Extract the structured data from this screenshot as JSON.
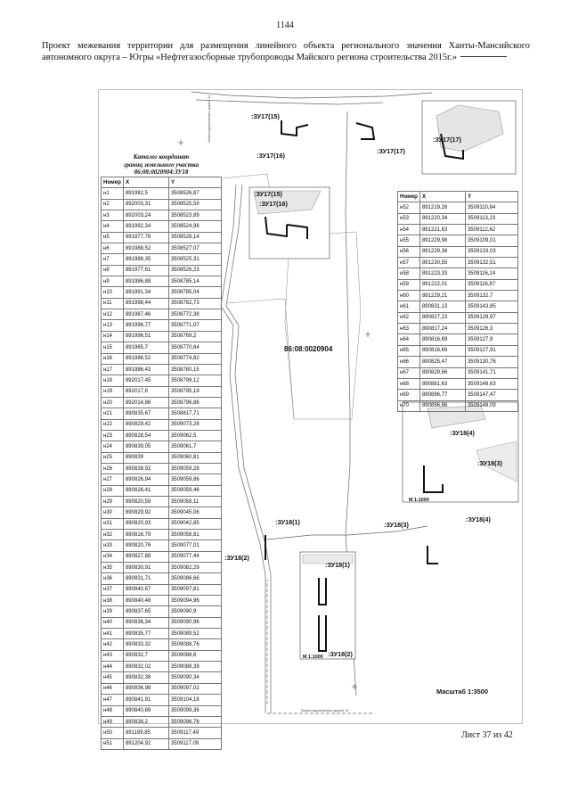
{
  "page_number": "1144",
  "title": "Проект межевания территории для размещения линейного объекта регионального значения Ханты-Мансийского автономного округа – Югры «Нефтегазосборные трубопроводы Майского региона строительства 2015г.»",
  "catalog": {
    "heading_line1": "Каталог координат",
    "heading_line2": "границ земельного участка",
    "heading_line3": "86:08:0020904:ЗУ18"
  },
  "table_headers": {
    "num": "Номер",
    "x": "X",
    "y": "Y"
  },
  "rows_left": [
    [
      "н1",
      "891982,5",
      "3508526,87"
    ],
    [
      "н2",
      "892003,31",
      "3508525,59"
    ],
    [
      "н3",
      "892003,24",
      "3508523,89"
    ],
    [
      "н4",
      "891992,34",
      "3508524,98"
    ],
    [
      "н5",
      "891977,78",
      "3508528,14"
    ],
    [
      "н6",
      "891988,52",
      "3508527,07"
    ],
    [
      "н7",
      "891988,35",
      "3508525,31"
    ],
    [
      "н8",
      "891977,61",
      "3508526,23"
    ],
    [
      "н9",
      "891986,88",
      "3508785,14"
    ],
    [
      "н10",
      "891991,34",
      "3508785,04"
    ],
    [
      "н11",
      "891998,44",
      "3508782,73"
    ],
    [
      "н12",
      "891987,46",
      "3508772,38"
    ],
    [
      "н13",
      "891996,77",
      "3508771,07"
    ],
    [
      "н14",
      "891996,51",
      "3508769,2"
    ],
    [
      "н15",
      "891985,7",
      "3508770,64"
    ],
    [
      "н16",
      "891986,52",
      "3508774,82"
    ],
    [
      "н17",
      "891986,43",
      "3508780,15"
    ],
    [
      "н18",
      "892017,45",
      "3508799,12"
    ],
    [
      "н19",
      "892017,6",
      "3508795,19"
    ],
    [
      "н20",
      "892014,86",
      "3508796,86"
    ],
    [
      "н21",
      "890835,67",
      "3508817,71"
    ],
    [
      "н22",
      "890829,42",
      "3509073,28"
    ],
    [
      "н23",
      "890828,54",
      "3509062,5"
    ],
    [
      "н24",
      "890839,05",
      "3509061,7"
    ],
    [
      "н25",
      "890839",
      "3509060,81"
    ],
    [
      "н26",
      "890838,92",
      "3509059,28"
    ],
    [
      "н27",
      "890826,94",
      "3509059,86"
    ],
    [
      "н28",
      "890826,41",
      "3509059,46"
    ],
    [
      "н29",
      "890820,59",
      "3509058,11"
    ],
    [
      "н30",
      "890829,92",
      "3509045,06"
    ],
    [
      "н31",
      "890820,93",
      "3509042,85"
    ],
    [
      "н32",
      "890816,79",
      "3509058,81"
    ],
    [
      "н33",
      "890820,76",
      "3509077,01"
    ],
    [
      "н34",
      "890827,88",
      "3509077,44"
    ],
    [
      "н35",
      "890830,91",
      "3509082,29"
    ],
    [
      "н36",
      "890831,71",
      "3509086,66"
    ],
    [
      "н37",
      "890840,67",
      "3509097,81"
    ],
    [
      "н38",
      "890840,48",
      "3509094,96"
    ],
    [
      "н39",
      "890837,65",
      "3509090,9"
    ],
    [
      "н40",
      "890836,34",
      "3509090,96"
    ],
    [
      "н41",
      "890835,77",
      "3509089,52"
    ],
    [
      "н42",
      "890833,32",
      "3509088,76"
    ],
    [
      "н43",
      "890832,7",
      "3509088,6"
    ],
    [
      "н44",
      "890832,02",
      "3509088,39"
    ],
    [
      "н45",
      "890832,38",
      "3509090,34"
    ],
    [
      "н46",
      "890836,98",
      "3509097,02"
    ],
    [
      "н47",
      "890841,91",
      "3509104,18"
    ],
    [
      "н48",
      "890840,89",
      "3509099,36"
    ],
    [
      "н49",
      "890838,2",
      "3509096,76"
    ],
    [
      "н50",
      "891199,85",
      "3509117,49"
    ],
    [
      "н51",
      "891204,92",
      "3509117,09"
    ]
  ],
  "rows_right": [
    [
      "н52",
      "891219,26",
      "3509110,84"
    ],
    [
      "н53",
      "891220,34",
      "3509113,23"
    ],
    [
      "н54",
      "891221,63",
      "3509112,62"
    ],
    [
      "н55",
      "891229,98",
      "3509109,01"
    ],
    [
      "н56",
      "891229,36",
      "3509133,03"
    ],
    [
      "н57",
      "891230,55",
      "3509132,51"
    ],
    [
      "н58",
      "891223,33",
      "3509116,24"
    ],
    [
      "н59",
      "891222,01",
      "3509116,87"
    ],
    [
      "н60",
      "891229,21",
      "3509132,7"
    ],
    [
      "н61",
      "890831,13",
      "3509143,85"
    ],
    [
      "н62",
      "890827,23",
      "3509129,97"
    ],
    [
      "н63",
      "890817,24",
      "3509126,3"
    ],
    [
      "н64",
      "890816,69",
      "3509127,9"
    ],
    [
      "н65",
      "890816,69",
      "3509127,91"
    ],
    [
      "н66",
      "890825,47",
      "3509130,76"
    ],
    [
      "н67",
      "890829,66",
      "3509141,71"
    ],
    [
      "н68",
      "890881,63",
      "3509148,63"
    ],
    [
      "н69",
      "890896,77",
      "3509147,47"
    ],
    [
      "н70",
      "890896,86",
      "3509148,09"
    ]
  ],
  "map_labels": {
    "zu17": ":ЗУ17(15)",
    "zu17_16": ":ЗУ17(16)",
    "zu17_17": ":ЗУ17(17)",
    "zu17_plain": ":ЗУ17(17)",
    "zu18_1": ":ЗУ18(1)",
    "zu18_2": ":ЗУ18(2)",
    "zu18_3": ":ЗУ18(3)",
    "zu18_4": ":ЗУ18(4)",
    "cadastral": "86:08:0020904",
    "scale_1000": "М 1:1000",
    "road_top": "Линия подключения к дороге 24",
    "road_bottom": "Линия подключения к дороге 19"
  },
  "scale": "Масштаб 1:3500",
  "sheet": "Лист 37  из 42"
}
